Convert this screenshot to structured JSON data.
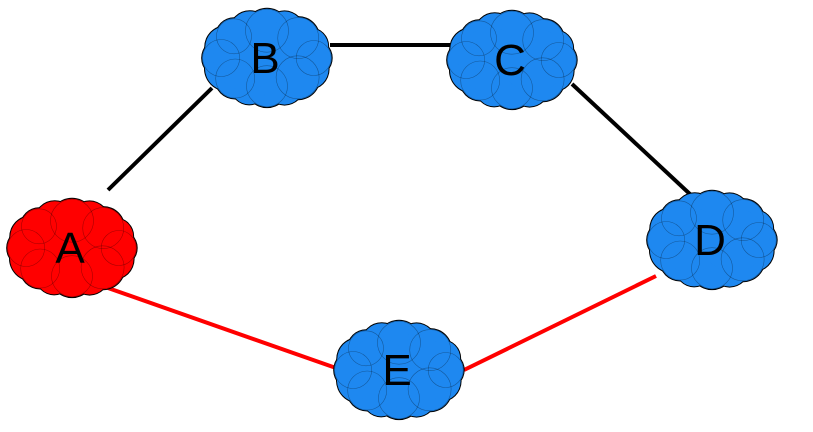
{
  "colors": {
    "cloud_blue": "#1e88f0",
    "cloud_red": "#ff0000",
    "outline": "#000000",
    "link_black": "#000000",
    "link_red": "#ff0000",
    "background": "#ffffff"
  },
  "nodes": [
    {
      "id": "A",
      "label": "A",
      "color": "red"
    },
    {
      "id": "B",
      "label": "B",
      "color": "blue"
    },
    {
      "id": "C",
      "label": "C",
      "color": "blue"
    },
    {
      "id": "D",
      "label": "D",
      "color": "blue"
    },
    {
      "id": "E",
      "label": "E",
      "color": "blue"
    }
  ],
  "edges": [
    {
      "from": "A",
      "to": "B",
      "color": "black"
    },
    {
      "from": "B",
      "to": "C",
      "color": "black"
    },
    {
      "from": "C",
      "to": "D",
      "color": "black"
    },
    {
      "from": "A",
      "to": "E",
      "color": "red"
    },
    {
      "from": "E",
      "to": "D",
      "color": "red"
    }
  ]
}
